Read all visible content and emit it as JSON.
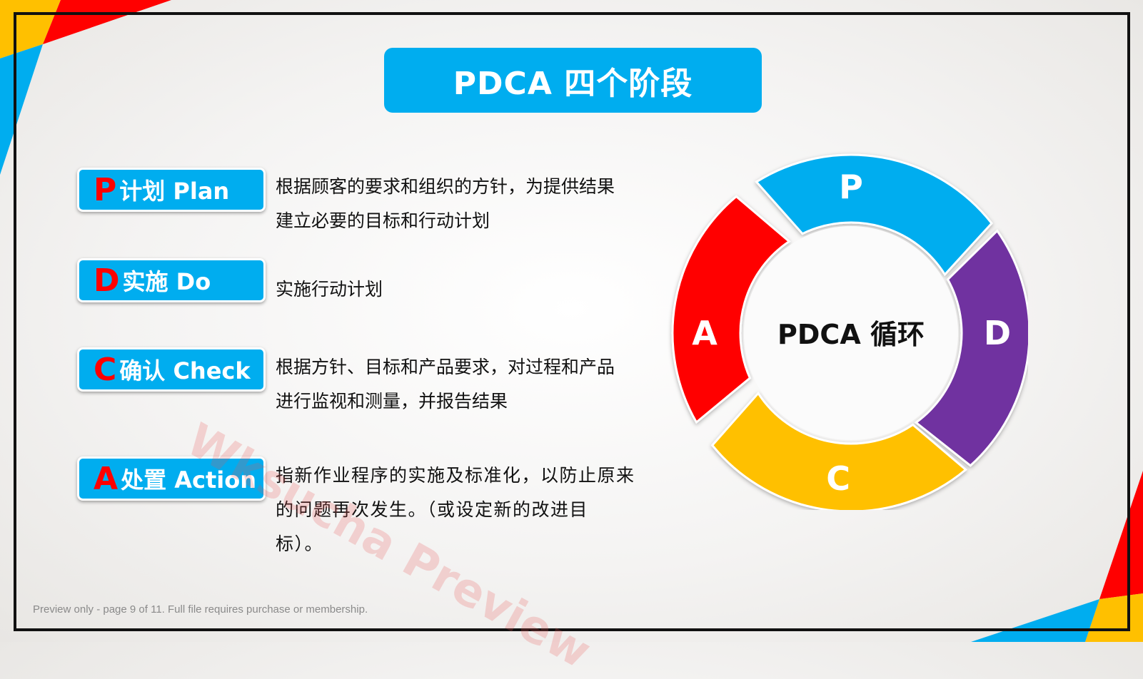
{
  "title": "PDCA 四个阶段",
  "stages": [
    {
      "letter": "P",
      "label": "计划 Plan",
      "description_lines": [
        "根据顾客的要求和组织的方针，为提供结果",
        "建立必要的目标和行动计划"
      ]
    },
    {
      "letter": "D",
      "label": "实施 Do",
      "description_lines": [
        "实施行动计划"
      ]
    },
    {
      "letter": "C",
      "label": "确认 Check",
      "description_lines": [
        "根据方针、目标和产品要求，对过程和产品",
        "进行监视和测量，并报告结果"
      ]
    },
    {
      "letter": "A",
      "label": "处置 Action",
      "description_lines": [
        "指新作业程序的实施及标准化，以防止原来",
        "的问题再次发生。（或设定新的改进目",
        "标）。"
      ]
    }
  ],
  "cycle": {
    "center_label": "PDCA 循环",
    "segments": [
      {
        "letter": "P",
        "color": "#00adef"
      },
      {
        "letter": "D",
        "color": "#7030a0"
      },
      {
        "letter": "C",
        "color": "#ffc000"
      },
      {
        "letter": "A",
        "color": "#ff0000"
      }
    ]
  },
  "watermark": "Wksucha Preview",
  "footer": "Preview only - page 9 of 11. Full file requires purchase or membership.",
  "colors": {
    "accent_blue": "#00adef",
    "red": "#ff0000",
    "purple": "#7030a0",
    "yellow": "#ffc000"
  }
}
